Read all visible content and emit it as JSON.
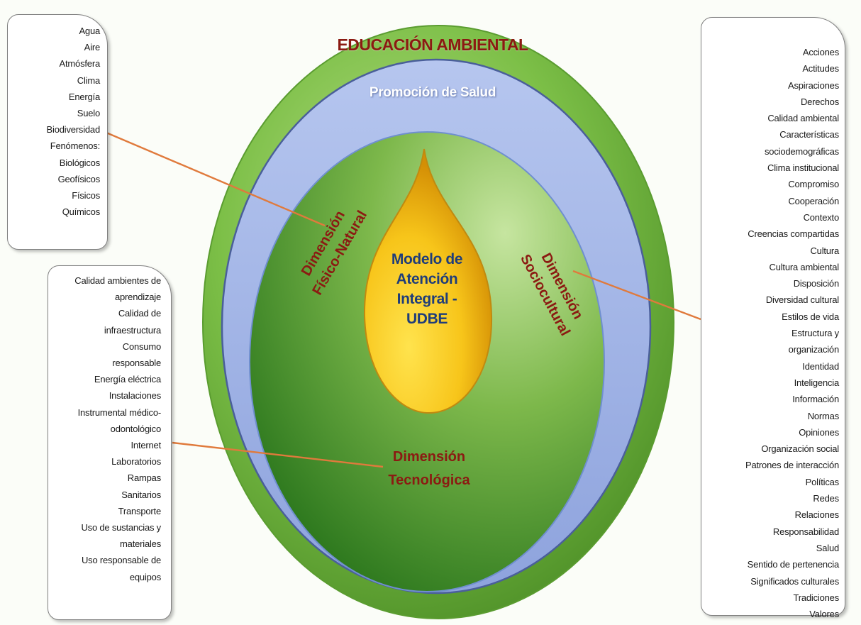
{
  "title": "EDUCACIÓN AMBIENTAL",
  "ring_label": "Promoción de Salud",
  "center_label": [
    "Modelo de",
    "Atención",
    "Integral -",
    "UDBE"
  ],
  "dimensions": {
    "fisico_natural": [
      "Dimensión",
      "Físico-Natural"
    ],
    "sociocultural": [
      "Dimensión",
      "Sociocultural"
    ],
    "tecnologica": [
      "Dimensión",
      "Tecnológica"
    ]
  },
  "lists": {
    "fisico_natural": [
      "Agua",
      "Aire",
      "Atmósfera",
      "Clima",
      "Energía",
      "Suelo",
      "Biodiversidad",
      "Fenómenos:",
      "Biológicos",
      "Geofísicos",
      "Físicos",
      "Químicos"
    ],
    "tecnologica": [
      "Calidad ambientes de",
      "aprendizaje",
      "Calidad de",
      "infraestructura",
      "Consumo",
      "responsable",
      "Energía eléctrica",
      "Instalaciones",
      "Instrumental médico-",
      "odontológico",
      "Internet",
      "Laboratorios",
      "Rampas",
      "Sanitarios",
      "Transporte",
      "Uso de sustancias y",
      "materiales",
      "Uso responsable de",
      "equipos"
    ],
    "sociocultural": [
      "Acciones",
      "Actitudes",
      "Aspiraciones",
      "Derechos",
      "Calidad ambiental",
      "Características",
      "sociodemográficas",
      "Clima institucional",
      "Compromiso",
      "Cooperación",
      "Contexto",
      "Creencias compartidas",
      "Cultura",
      "Cultura ambiental",
      "Disposición",
      "Diversidad cultural",
      "Estilos de vida",
      "Estructura y",
      "organización",
      "Identidad",
      "Inteligencia",
      "Información",
      "Normas",
      "Opiniones",
      "Organización social",
      "Patrones de interacción",
      "Políticas",
      "Redes",
      "Relaciones",
      "Responsabilidad",
      "Salud",
      "Sentido de pertenencia",
      "Significados culturales",
      "Tradiciones",
      "Valores"
    ]
  },
  "colors": {
    "outer_green": "#6cae3c",
    "blue_ring": "#a3b6e8",
    "inner_green": "#5ba23a",
    "drop": "#f5c018",
    "title_red": "#8b1a12",
    "center_text": "#1f3d7a",
    "connector": "#e07a3c"
  }
}
